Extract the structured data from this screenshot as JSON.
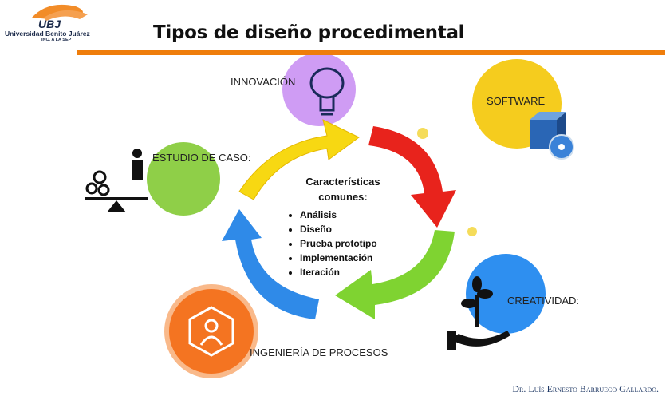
{
  "header": {
    "logo_text": "UBJ",
    "university": "Universidad Benito Juárez",
    "incorporation": "INC. A LA SEP",
    "title": "Tipos de diseño procedimental"
  },
  "colors": {
    "accent": "#ef7d0b",
    "purple": "#cf9cf4",
    "yellow": "#f5cc1e",
    "green": "#8fcf48",
    "blue": "#2e8ff0",
    "orange": "#f47421"
  },
  "nodes": {
    "innovacion": "INNOVACIÓN",
    "software": "SOFTWARE",
    "estudio": "ESTUDIO DE CASO:",
    "creatividad": "CREATIVIDAD:",
    "ingenieria": "INGENIERÍA DE PROCESOS"
  },
  "center": {
    "heading1": "Características",
    "heading2": "comunes:",
    "items": [
      "Análisis",
      "Diseño",
      "Prueba prototipo",
      "Implementación",
      "Iteración"
    ]
  },
  "footer": {
    "author": "Dr. Luís Ernesto Barrueco Gallardo."
  }
}
